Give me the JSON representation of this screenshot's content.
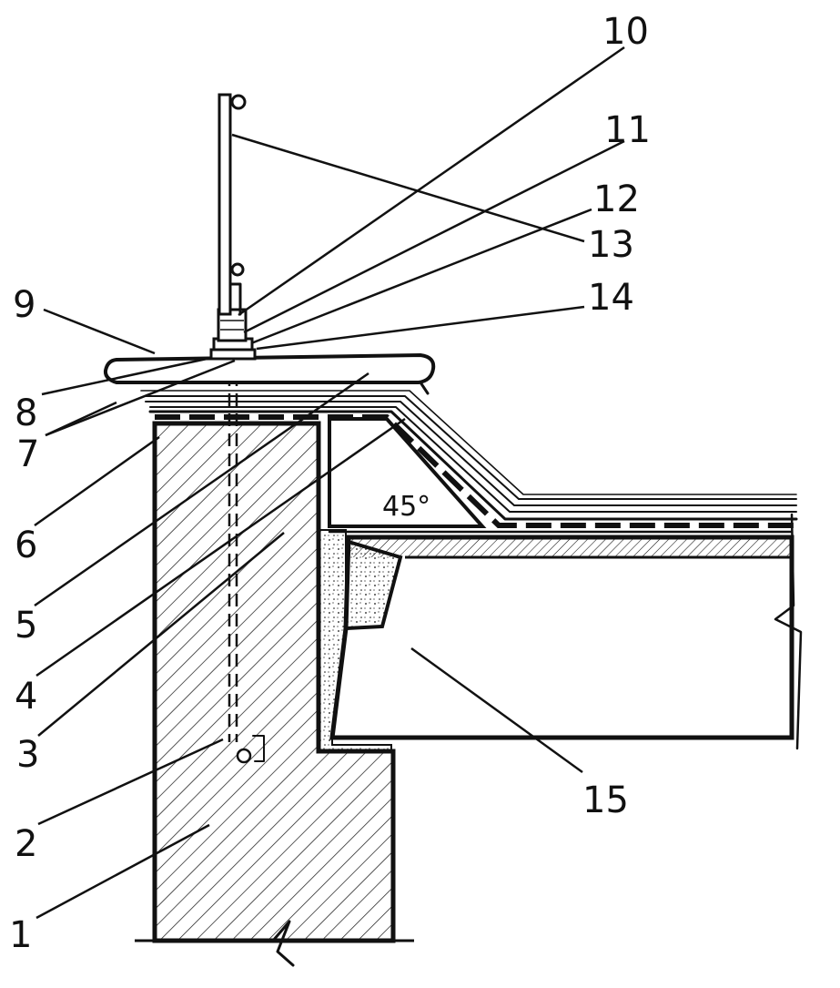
{
  "diagram": {
    "callouts": [
      {
        "id": "c1",
        "label": "1"
      },
      {
        "id": "c2",
        "label": "2"
      },
      {
        "id": "c3",
        "label": "3"
      },
      {
        "id": "c4",
        "label": "4"
      },
      {
        "id": "c5",
        "label": "5"
      },
      {
        "id": "c6",
        "label": "6"
      },
      {
        "id": "c7",
        "label": "7"
      },
      {
        "id": "c8",
        "label": "8"
      },
      {
        "id": "c9",
        "label": "9"
      },
      {
        "id": "c10",
        "label": "10"
      },
      {
        "id": "c11",
        "label": "11"
      },
      {
        "id": "c12",
        "label": "12"
      },
      {
        "id": "c13",
        "label": "13"
      },
      {
        "id": "c14",
        "label": "14"
      },
      {
        "id": "c15",
        "label": "15"
      }
    ],
    "angle_label": "45°"
  }
}
